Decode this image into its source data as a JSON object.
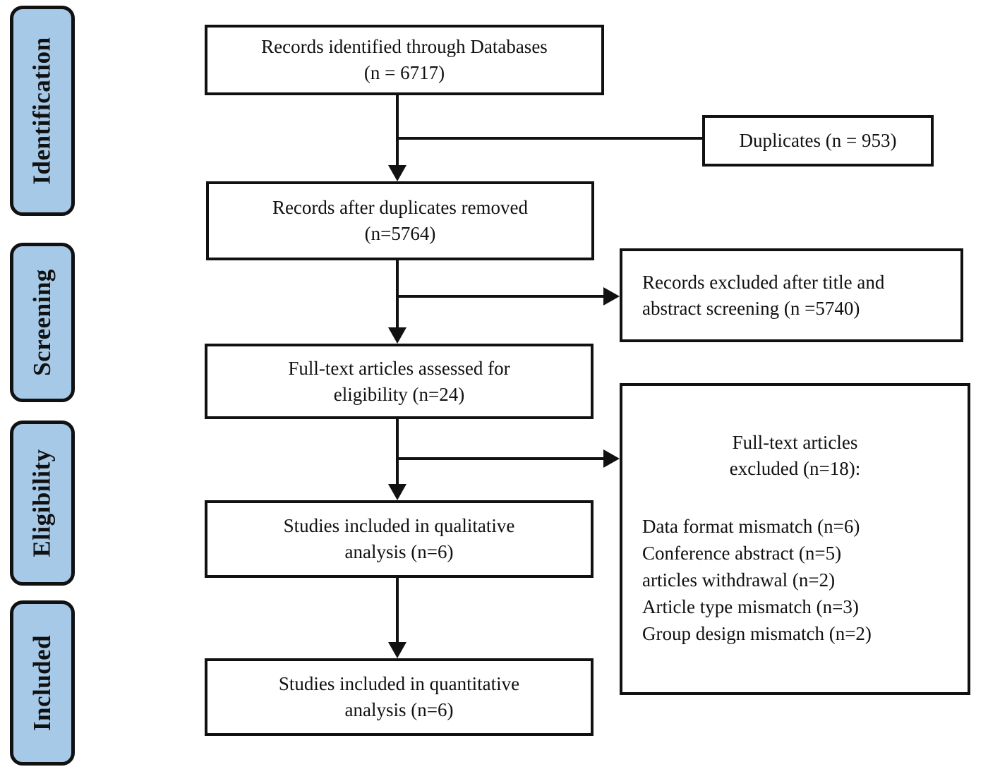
{
  "colors": {
    "stage_fill": "#a6c9e8",
    "line_and_border": "#111111",
    "box_fill": "#ffffff"
  },
  "stages": [
    {
      "label": "Identification"
    },
    {
      "label": "Screening"
    },
    {
      "label": "Eligibility"
    },
    {
      "label": "Included"
    }
  ],
  "boxes": {
    "identified": {
      "line1": "Records identified through Databases",
      "line2": "(n = 6717)"
    },
    "duplicates": {
      "label": "Duplicates (n = 953)"
    },
    "after_duplicates": {
      "line1": "Records after duplicates removed",
      "line2": "(n=5764)"
    },
    "title_abstract_excluded": {
      "line1": "Records excluded after title and",
      "line2": "abstract screening (n =5740)"
    },
    "fulltext_assessed": {
      "line1": "Full-text articles assessed for",
      "line2": "eligibility (n=24)"
    },
    "fulltext_excluded": {
      "title_line1": "Full-text articles",
      "title_line2": "excluded (n=18):",
      "reasons": [
        "Data format mismatch (n=6)",
        "Conference abstract (n=5)",
        "articles withdrawal (n=2)",
        "Article type mismatch (n=3)",
        "Group design mismatch (n=2)"
      ]
    },
    "qualitative": {
      "line1": "Studies included in qualitative",
      "line2": "analysis (n=6)"
    },
    "quantitative": {
      "line1": "Studies included in quantitative",
      "line2": "analysis (n=6)"
    }
  }
}
